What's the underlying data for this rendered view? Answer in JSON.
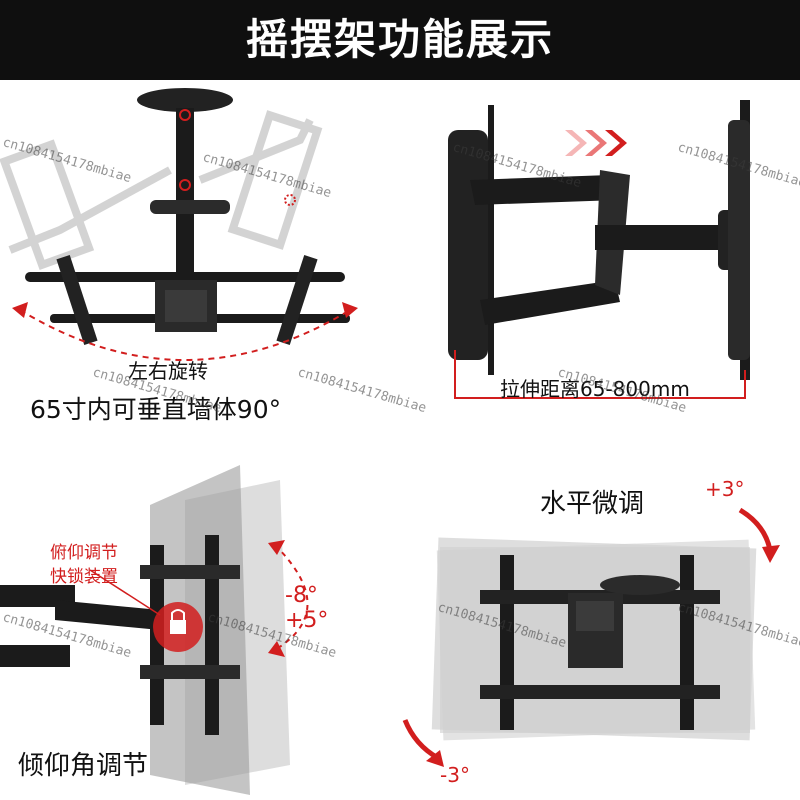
{
  "banner": {
    "title": "摇摆架功能展示"
  },
  "panels": {
    "swivel": {
      "caption": "左右旋转",
      "subcaption": "65寸内可垂直墙体90°"
    },
    "extension": {
      "caption": "拉伸距离65-800mm"
    },
    "tilt": {
      "caption": "倾仰角调节",
      "lock_label_line1": "俯仰调节",
      "lock_label_line2": "快锁装置",
      "angle_up": "-8°",
      "angle_down": "+5°"
    },
    "level": {
      "caption": "水平微调",
      "angle_pos": "+3°",
      "angle_neg": "-3°"
    }
  },
  "watermark": "cn1084154178mbiae",
  "colors": {
    "accent_red": "#d21e1e",
    "banner_bg": "#0f0f0f",
    "bracket_black": "#1b1b1b"
  },
  "icons": [
    "red-arrows-icon",
    "curved-arrow-icon",
    "lock-icon"
  ]
}
